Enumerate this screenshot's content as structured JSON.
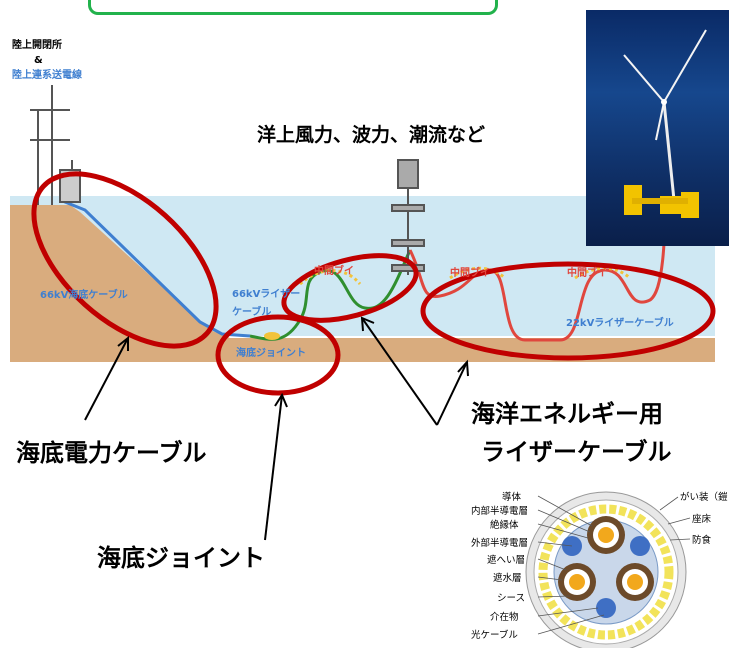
{
  "onshore": {
    "line1": "陸上開閉所",
    "amp": "&",
    "line2": "陸上連系送電線"
  },
  "sources_label": "洋上風力、波力、潮流など",
  "scene": {
    "cable_66kv_seabed": "66kV海底ケーブル",
    "cable_66kv_riser": "66kVライザーケーブル",
    "buoy": "中間ブイ",
    "seabed_joint": "海底ジョイント",
    "cable_22kv_riser": "22kVライザーケーブル"
  },
  "callouts": {
    "power_cable": "海底電力ケーブル",
    "joint": "海底ジョイント",
    "riser_line1": "海洋エネルギー用",
    "riser_line2": "ライザーケーブル"
  },
  "cross_section": {
    "left_labels": [
      "導体",
      "内部半導電層",
      "絶縁体",
      "外部半導電層",
      "遮へい層",
      "遮水層",
      "シース",
      "介在物",
      "光ケーブル"
    ],
    "right_labels": [
      "がい装（鎧",
      "座床",
      "防食"
    ]
  },
  "colors": {
    "sea": "#cfe8f3",
    "seabed": "#d9ac7e",
    "highlight": "#c00000",
    "banner": "#22b24c",
    "seabed_cable": "#3f7fd0",
    "riser_66kv": "#2f8f2f",
    "riser_22kv": "#e0473e",
    "buoy": "#f2c33a"
  }
}
